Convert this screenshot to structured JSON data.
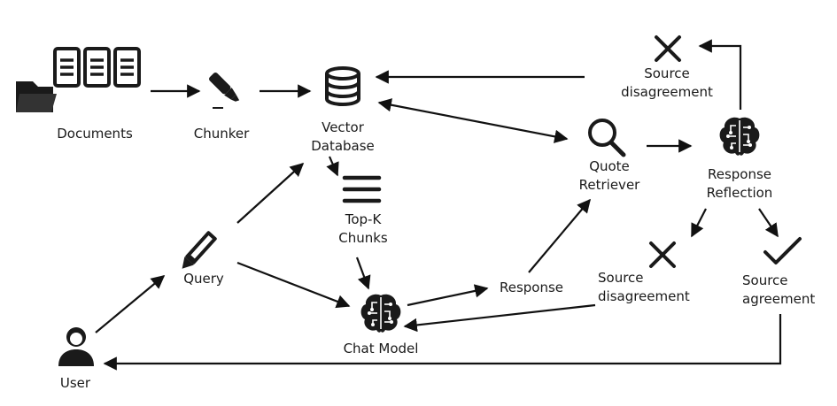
{
  "nodes": {
    "documents": "Documents",
    "chunker": "Chunker",
    "vector_db": [
      "Vector",
      "Database"
    ],
    "topk": [
      "Top-K",
      "Chunks"
    ],
    "query": "Query",
    "user": "User",
    "chat_model": "Chat Model",
    "response": "Response",
    "quote_retriever": [
      "Quote",
      "Retriever"
    ],
    "response_reflection": [
      "Response",
      "Reflection"
    ],
    "source_disagreement_top": [
      "Source",
      "disagreement"
    ],
    "source_disagreement_mid": [
      "Source",
      "disagreement"
    ],
    "source_agreement": [
      "Source",
      "agreement"
    ]
  },
  "icons": {
    "documents": "folder-and-documents-icon",
    "chunker": "highlighter-icon",
    "vector_db": "database-icon",
    "topk": "list-lines-icon",
    "query": "pencil-icon",
    "user": "user-icon",
    "chat_model": "brain-circuit-icon",
    "quote_retriever": "magnifier-icon",
    "response_reflection": "brain-circuit-icon",
    "source_disagreement_top": "cross-icon",
    "source_disagreement_mid": "cross-icon",
    "source_agreement": "checkmark-icon"
  },
  "colors": {
    "ink": "#1a1a1a",
    "background": "#ffffff"
  }
}
